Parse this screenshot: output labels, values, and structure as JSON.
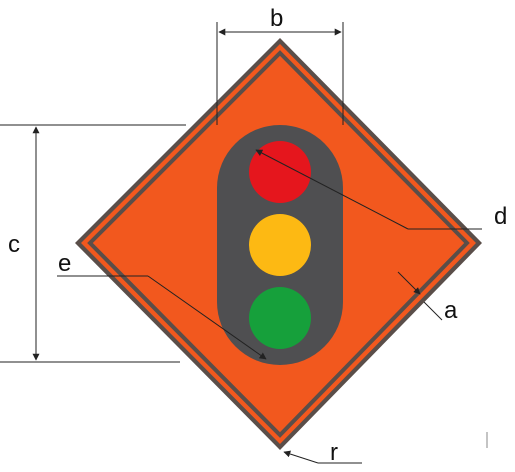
{
  "labels": {
    "a": "a",
    "b": "b",
    "c": "c",
    "d": "d",
    "e": "e",
    "r": "r"
  },
  "colors": {
    "sign_fill": "#F2581E",
    "sign_border": "#5A4E49",
    "housing": "#4F4F51",
    "light_red": "#E5161D",
    "light_amber": "#FDB913",
    "light_green": "#16A03B",
    "dimension_line": "#222222"
  },
  "lights": [
    "red",
    "amber",
    "green"
  ]
}
